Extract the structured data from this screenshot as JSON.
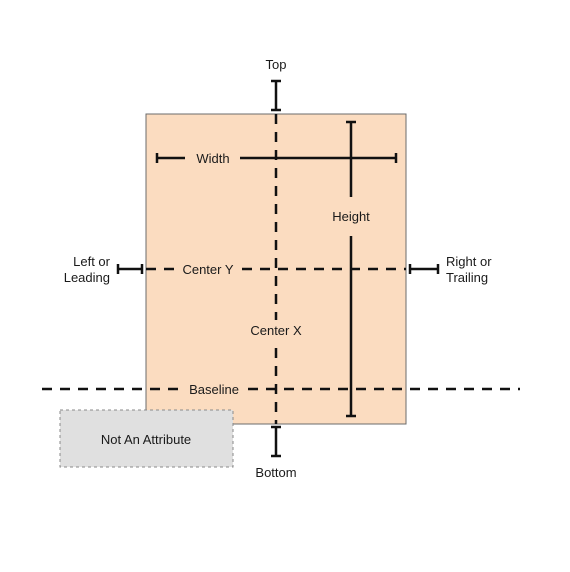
{
  "diagram": {
    "labels": {
      "top": "Top",
      "bottom": "Bottom",
      "width": "Width",
      "height": "Height",
      "left_line1": "Left or",
      "left_line2": "Leading",
      "right_line1": "Right or",
      "right_line2": "Trailing",
      "center_y": "Center Y",
      "center_x": "Center X",
      "baseline": "Baseline",
      "not_attribute": "Not An Attribute"
    },
    "colors": {
      "view_fill": "#fbdcc0",
      "view_stroke": "#6b6b6b",
      "line": "#111111",
      "note_fill": "#e0e0e0",
      "note_stroke": "#8a8a8a"
    }
  }
}
